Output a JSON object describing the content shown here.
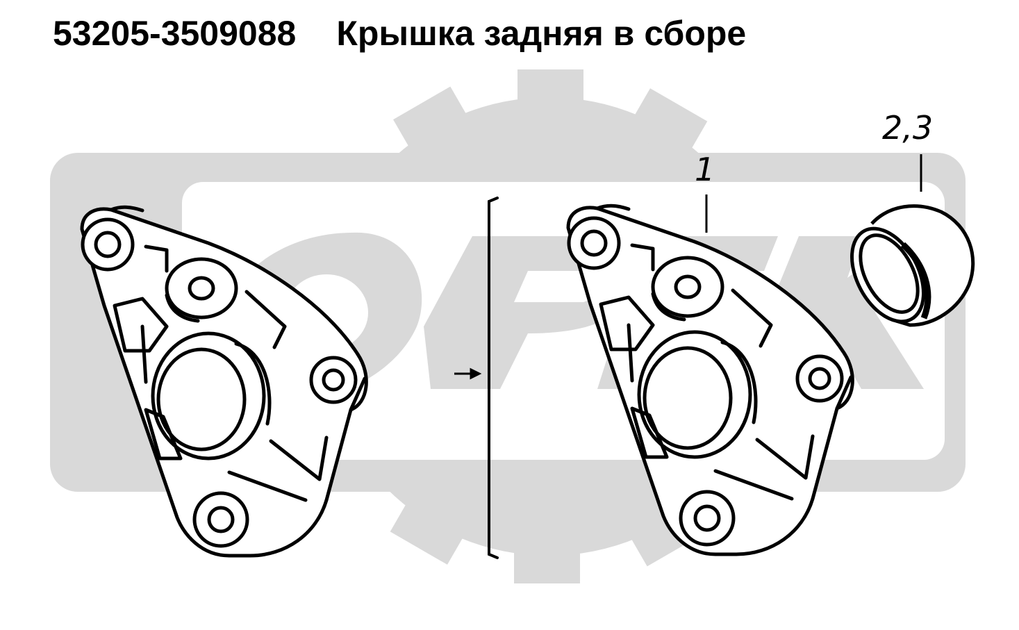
{
  "header": {
    "part_number": "53205-3509088",
    "part_name": "Крышка задняя в сборе"
  },
  "callouts": {
    "cover": "1",
    "bushing": "2,3"
  },
  "watermark": {
    "icon": "gear-logo-watermark-icon",
    "color": "#d9d9d9"
  },
  "colors": {
    "line": "#000000",
    "watermark": "#d9d9d9",
    "background": "#ffffff"
  }
}
